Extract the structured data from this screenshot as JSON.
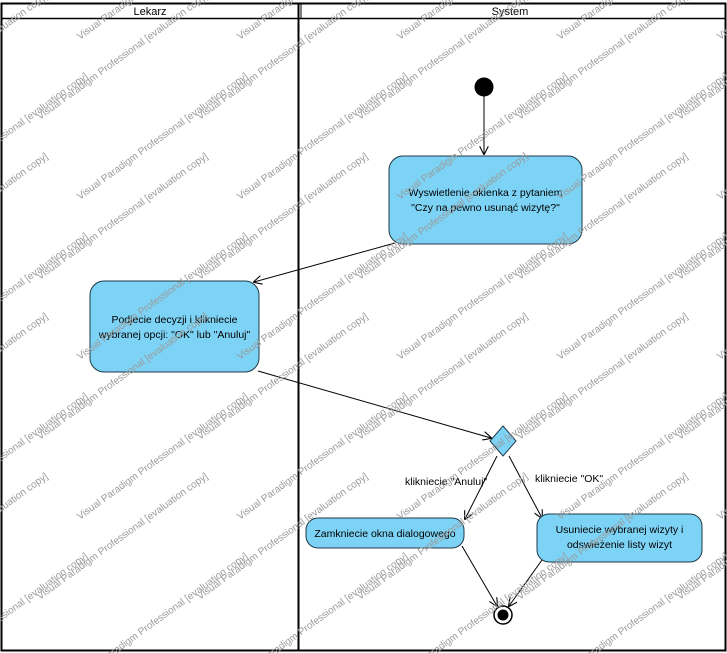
{
  "diagram": {
    "type": "UML activity diagram",
    "colors": {
      "activity_fill": "#7DD3F5",
      "activity_stroke": "#1F3A4A",
      "line": "#000000",
      "watermark": "#9a9a9a"
    },
    "lanes": [
      {
        "title": "Lekarz"
      },
      {
        "title": "System"
      }
    ],
    "nodes": {
      "show_dialog": {
        "line1": "Wyswietlenie okienka z pytaniem",
        "line2": "\"Czy na pewno usunąć wizytę?\""
      },
      "decision_action": {
        "line1": "Podjecie decyzji i klikniecie",
        "line2": "wybranej opcji: \"OK\" lub \"Anuluj\""
      },
      "close_dialog": {
        "line1": "Zamkniecie okna dialogowego"
      },
      "remove_visit": {
        "line1": "Usuniecie wybranej wizyty i",
        "line2": "odswieżenie listy wizyt"
      }
    },
    "guards": {
      "cancel": "klikniecie \"Anuluj\"",
      "ok": "klikniecie \"OK\""
    },
    "watermark_text": "Visual Paradigm Professional [evaluation copy]"
  }
}
